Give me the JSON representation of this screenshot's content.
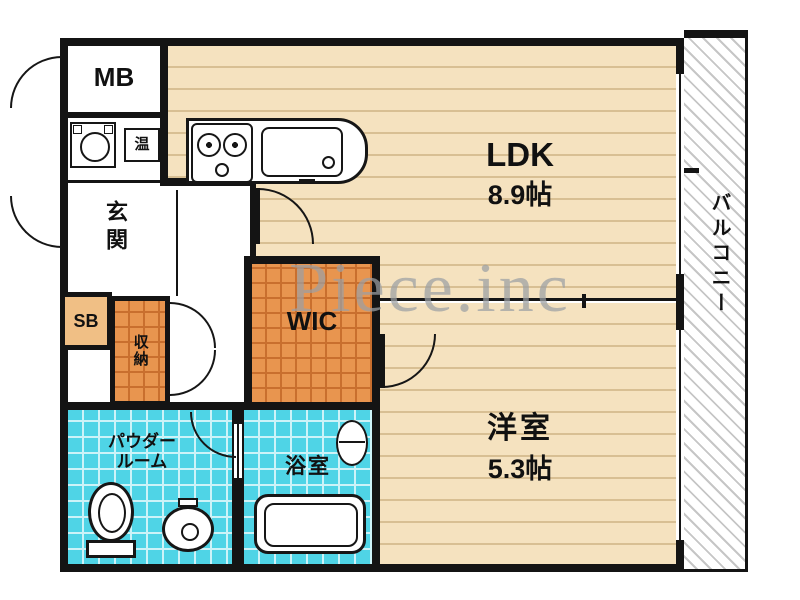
{
  "watermark": {
    "text": "Piece.inc"
  },
  "rooms": {
    "mb": {
      "label": "MB"
    },
    "water_heater": {
      "label": "温"
    },
    "entrance": {
      "label": "玄関"
    },
    "shoe_box": {
      "label": "SB"
    },
    "storage": {
      "label": "収納"
    },
    "wic": {
      "label": "WIC"
    },
    "ldk": {
      "label": "LDK",
      "size": "8.9帖"
    },
    "western_room": {
      "label": "洋室",
      "size": "5.3帖"
    },
    "powder_room": {
      "label_line1": "パウダー",
      "label_line2": "ルーム"
    },
    "bathroom": {
      "label": "浴室"
    },
    "balcony": {
      "label": "バルコニー"
    }
  },
  "colors": {
    "wall": "#141414",
    "flooring": "#f5e2bf",
    "flooring_line": "#d8bf93",
    "closet_fill": "#e8954f",
    "closet_line": "#c96f2e",
    "wet_fill": "#4fd4e6",
    "wet_line": "#cdf3f8",
    "shoe_box_fill": "#f0bf85",
    "watermark": "#9ca0a4",
    "hatch_line": "#c6c6c6"
  }
}
